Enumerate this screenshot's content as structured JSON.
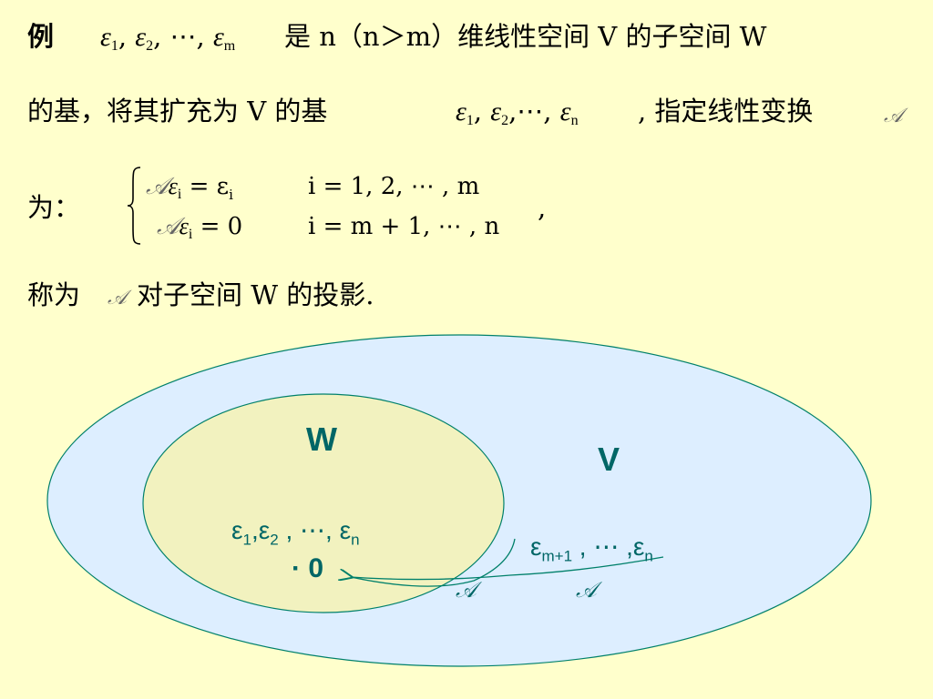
{
  "slide": {
    "line1": {
      "label": "例",
      "basis_sub": {
        "e1": "1",
        "e2": "2",
        "em": "m"
      },
      "eps": "ε",
      "comma": ",",
      "dots": "⋯",
      "text": "是 n（n＞m）维线性空间 V 的子空间 W"
    },
    "line2": {
      "text_a": "的基，将其扩充为  V  的基",
      "basis_sub": {
        "e1": "1",
        "e2": "2",
        "en": "n"
      },
      "text_b": ", 指定线性变换",
      "script_a": "𝒜"
    },
    "line3": {
      "prefix": "为：",
      "row1_left": "εi = εi",
      "row1_right": "i = 1, 2, ⋯ , m",
      "row2_left": "εi = 0",
      "row2_right": "i = m + 1, ⋯ , n",
      "script_a": "𝒜",
      "i_sub": "i",
      "eq_eps": "= ε",
      "eq_zero": "= 0",
      "right1": "i = 1, 2, ⋯ , m",
      "right2": "i = m + 1, ⋯ , n",
      "trailing_comma": ","
    },
    "line4": {
      "prefix": "称为",
      "script_a": "𝒜",
      "text": "对子空间 W 的投影."
    }
  },
  "diagram": {
    "outer_label": "V",
    "inner_label": "W",
    "inner_basis": "ε₁,ε₂ , ⋯, εn",
    "outer_basis": "εm+1 , ⋯ ,εn",
    "zero_point": "· 0",
    "map_label_1": "𝒜",
    "map_label_2": "𝒜",
    "colors": {
      "outer_fill": "#DDEEFF",
      "inner_fill": "#F2F2BF",
      "stroke": "#00806A",
      "text": "#006666"
    }
  }
}
